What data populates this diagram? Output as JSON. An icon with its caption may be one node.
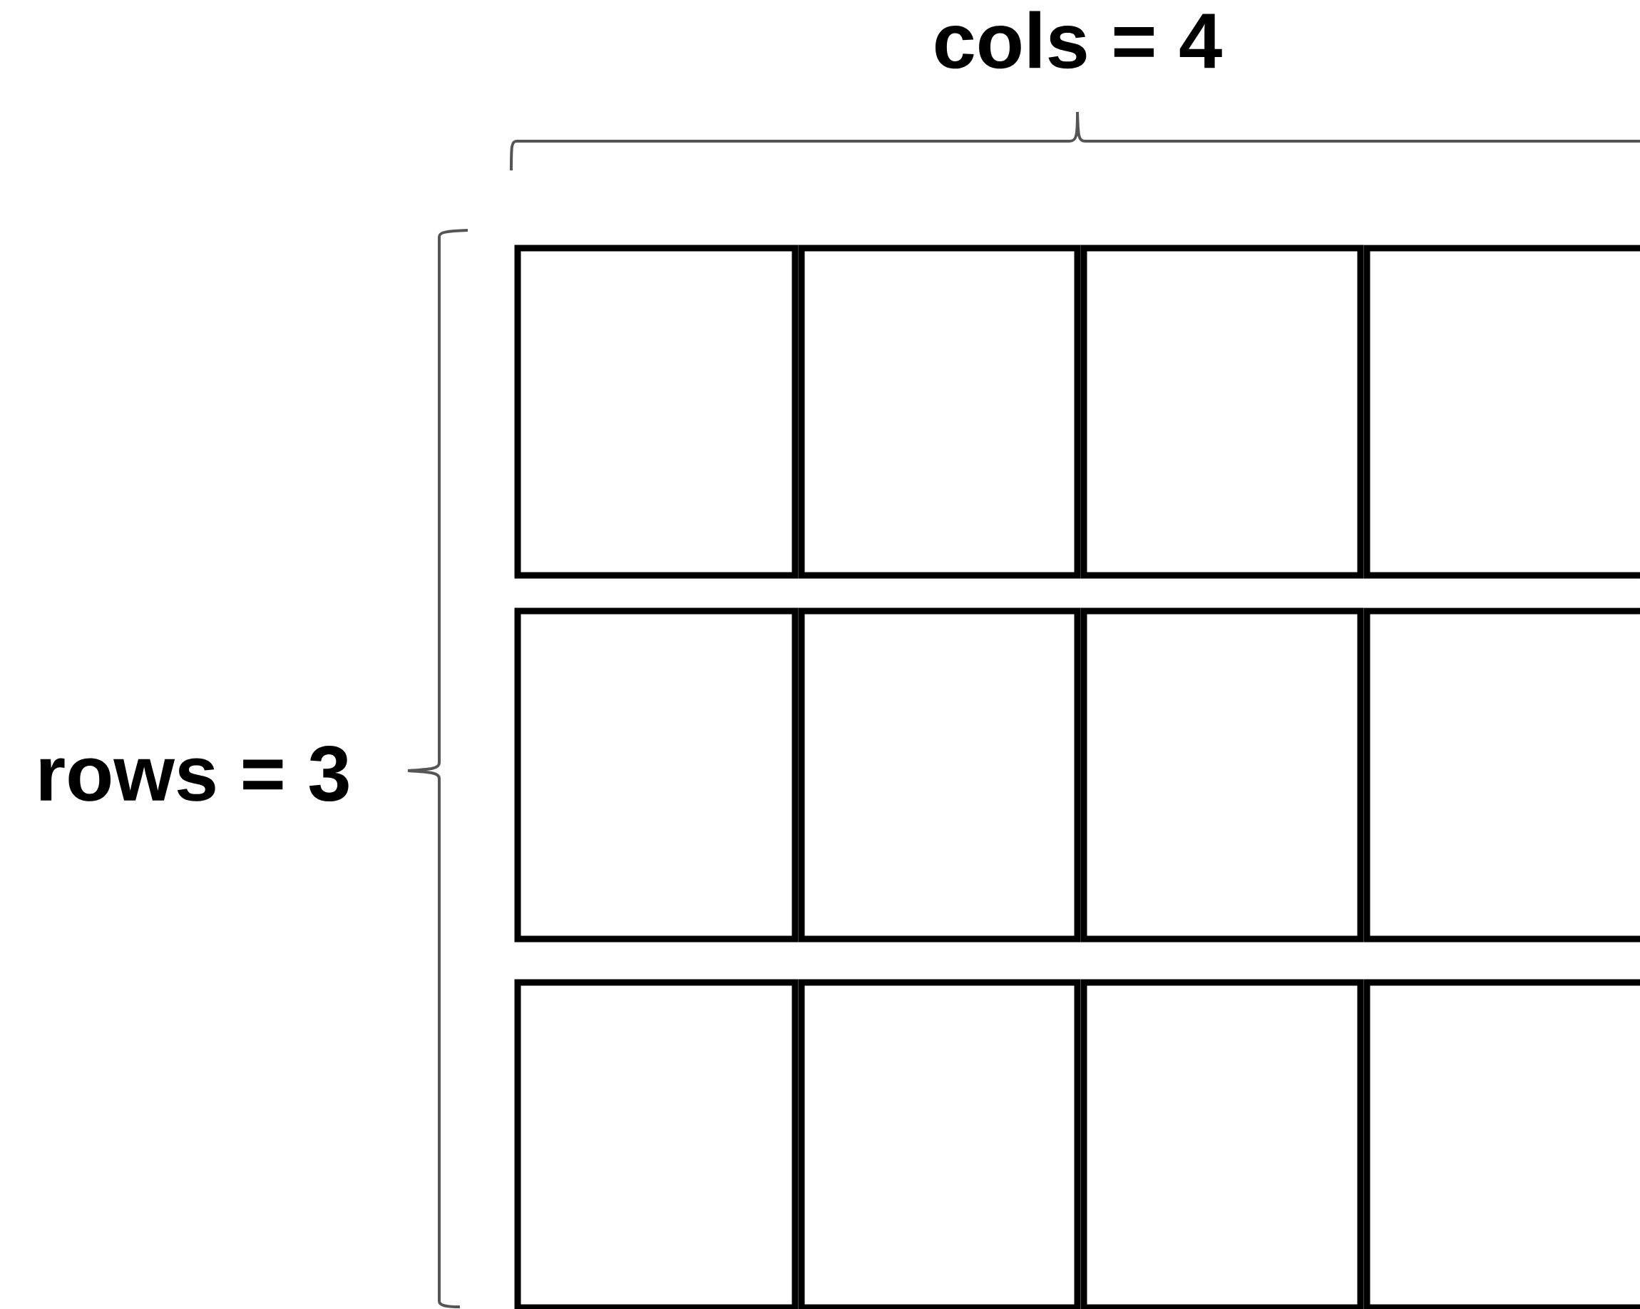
{
  "diagram": {
    "nodes": [
      {
        "text": [],
        "shape": "box"
      },
      {
        "text": [],
        "shape": "box"
      },
      {
        "text": [],
        "shape": "box"
      },
      {
        "text": [],
        "shape": "box"
      },
      {
        "text": [],
        "shape": "box"
      },
      {
        "text": [],
        "shape": "box"
      },
      {
        "text": [],
        "shape": "box"
      },
      {
        "text": [],
        "shape": "box"
      },
      {
        "text": [],
        "shape": "box"
      },
      {
        "text": [],
        "shape": "box"
      },
      {
        "text": [],
        "shape": "box"
      },
      {
        "text": [],
        "shape": "box"
      }
    ],
    "labels": [
      "cols = 4",
      "rows = 3"
    ]
  }
}
